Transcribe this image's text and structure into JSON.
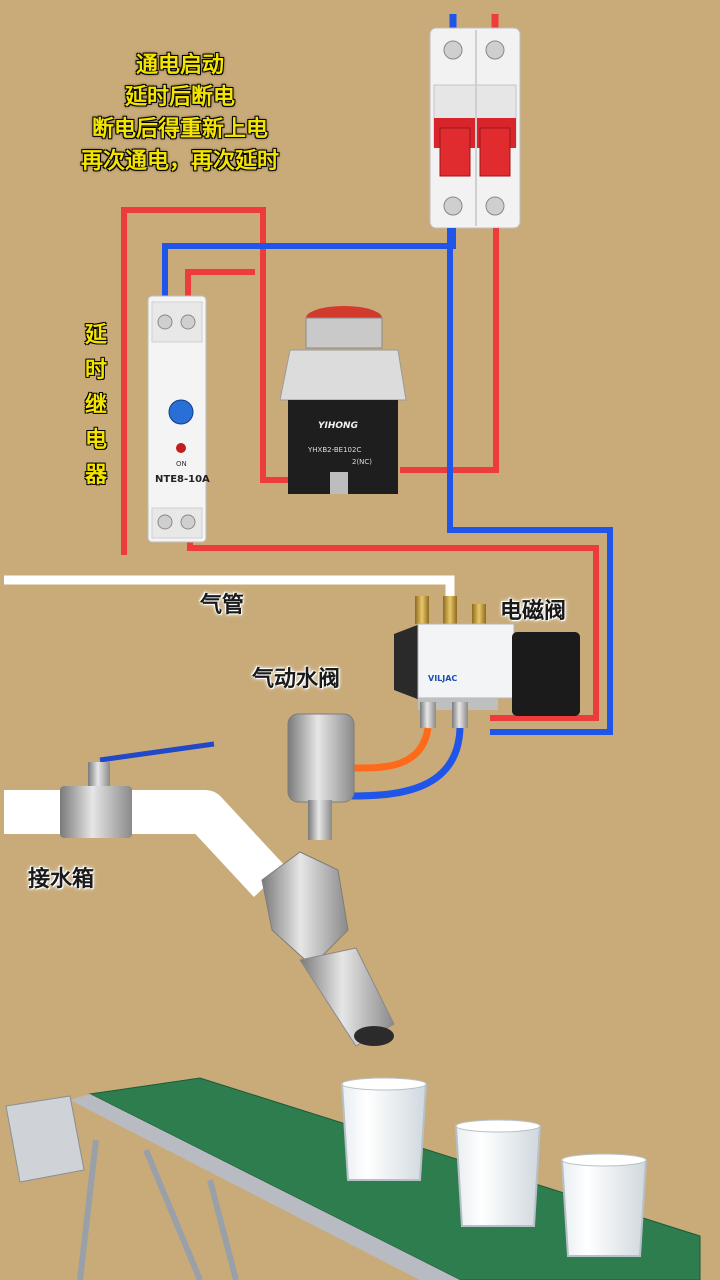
{
  "caption": {
    "lines": [
      "通电启动",
      "延时后断电",
      "断电后得重新上电",
      "再次通电，再次延时"
    ]
  },
  "relay": {
    "vertical_label": [
      "延",
      "时",
      "继",
      "电",
      "器"
    ],
    "model": "NTE8-10A",
    "on_label": "ON"
  },
  "button": {
    "brand": "YIHONG",
    "model": "YHXB2-BE102C",
    "contact": "2(NC)"
  },
  "labels": {
    "air_pipe": "气管",
    "solenoid_valve": "电磁阀",
    "pneumatic_valve": "气动水阀",
    "water_tank": "接水箱"
  },
  "valve": {
    "brand": "VILJAC"
  },
  "colors": {
    "background": "#c9ab7a",
    "live_wire": "#ee3b3b",
    "neutral_wire": "#1f55e8",
    "air_out": "#ff6a1a",
    "caption_text": "#f4e400",
    "belt": "#2e7d4f"
  }
}
